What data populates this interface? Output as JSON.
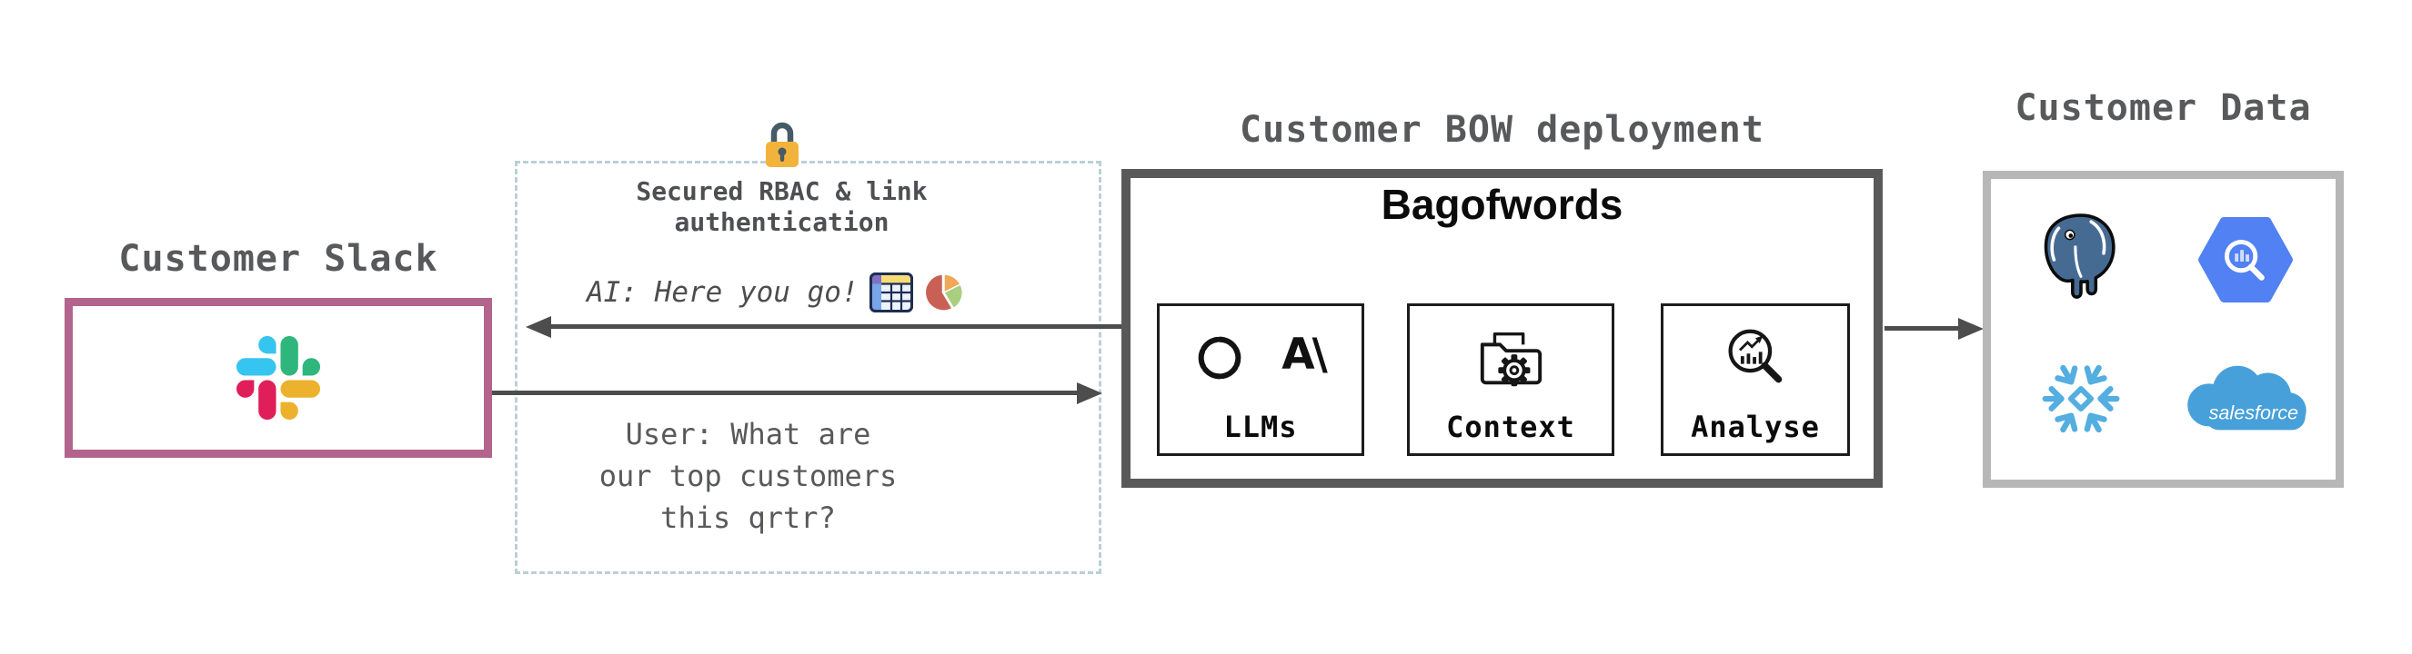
{
  "slack": {
    "title": "Customer Slack"
  },
  "secure_zone": {
    "heading_line1": "Secured RBAC & link",
    "heading_line2": "authentication",
    "ai_message": "AI: Here you go!",
    "user_line1": "User: What are",
    "user_line2": "our top customers",
    "user_line3": "this qrtr?"
  },
  "bow": {
    "deployment_title": "Customer BOW deployment",
    "product_name": "Bagofwords",
    "modules": [
      {
        "label": "LLMs",
        "icons": [
          "openai-logo",
          "anthropic-logo"
        ]
      },
      {
        "label": "Context",
        "icons": [
          "folder-gear-icon"
        ]
      },
      {
        "label": "Analyse",
        "icons": [
          "magnifier-chart-icon"
        ]
      }
    ],
    "anthropic_glyph": "A\\"
  },
  "customer_data": {
    "title": "Customer Data",
    "source_icons": [
      "postgresql-logo",
      "bigquery-logo",
      "snowflake-logo",
      "salesforce-logo"
    ],
    "salesforce_label": "salesforce"
  },
  "decorations": {
    "lock_icon": "lock-icon",
    "table_icon": "spreadsheet-icon",
    "pie_icon": "pie-chart-icon"
  },
  "colors": {
    "label_gray": "#58595b",
    "slack_border": "#b2648c",
    "secure_dash": "#bccfd6",
    "bow_border": "#595959",
    "data_border": "#b7b7b7",
    "arrow": "#4d4d4d",
    "slack_blue": "#36C5F0",
    "slack_green": "#2EB67D",
    "slack_yellow": "#ECB22E",
    "slack_red": "#E01E5A",
    "postgres_blue": "#466b93",
    "bigquery_blue": "#5181f2",
    "snowflake_blue": "#54aee0",
    "salesforce_blue": "#47a0d9",
    "lock_body": "#f2b33c",
    "lock_shackle": "#455b67"
  }
}
